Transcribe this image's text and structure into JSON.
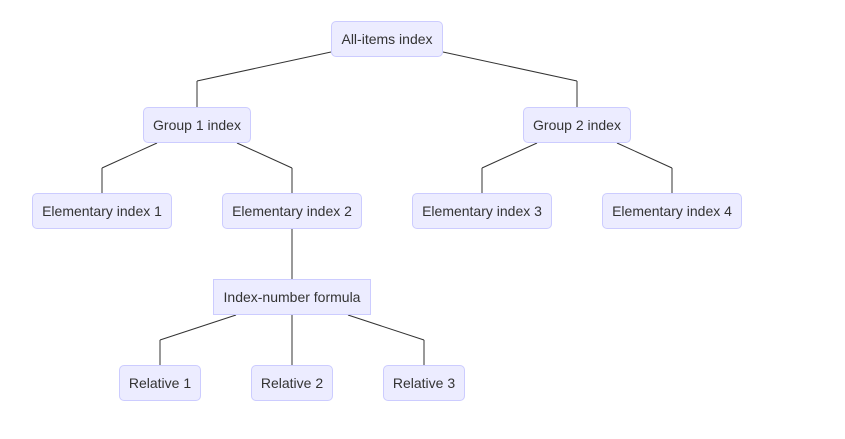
{
  "colors": {
    "node_fill": "#ECECFF",
    "node_border": "#CCCCFF",
    "edge": "#333333",
    "text": "#333333"
  },
  "nodes": {
    "all_items": {
      "label": "All-items index"
    },
    "group1": {
      "label": "Group 1 index"
    },
    "group2": {
      "label": "Group 2 index"
    },
    "elem1": {
      "label": "Elementary index 1"
    },
    "elem2": {
      "label": "Elementary index 2"
    },
    "elem3": {
      "label": "Elementary index 3"
    },
    "elem4": {
      "label": "Elementary index 4"
    },
    "formula": {
      "label": "Index-number formula"
    },
    "rel1": {
      "label": "Relative 1"
    },
    "rel2": {
      "label": "Relative 2"
    },
    "rel3": {
      "label": "Relative 3"
    }
  },
  "edges": [
    [
      "all_items",
      "group1"
    ],
    [
      "all_items",
      "group2"
    ],
    [
      "group1",
      "elem1"
    ],
    [
      "group1",
      "elem2"
    ],
    [
      "group2",
      "elem3"
    ],
    [
      "group2",
      "elem4"
    ],
    [
      "elem2",
      "formula"
    ],
    [
      "formula",
      "rel1"
    ],
    [
      "formula",
      "rel2"
    ],
    [
      "formula",
      "rel3"
    ]
  ]
}
